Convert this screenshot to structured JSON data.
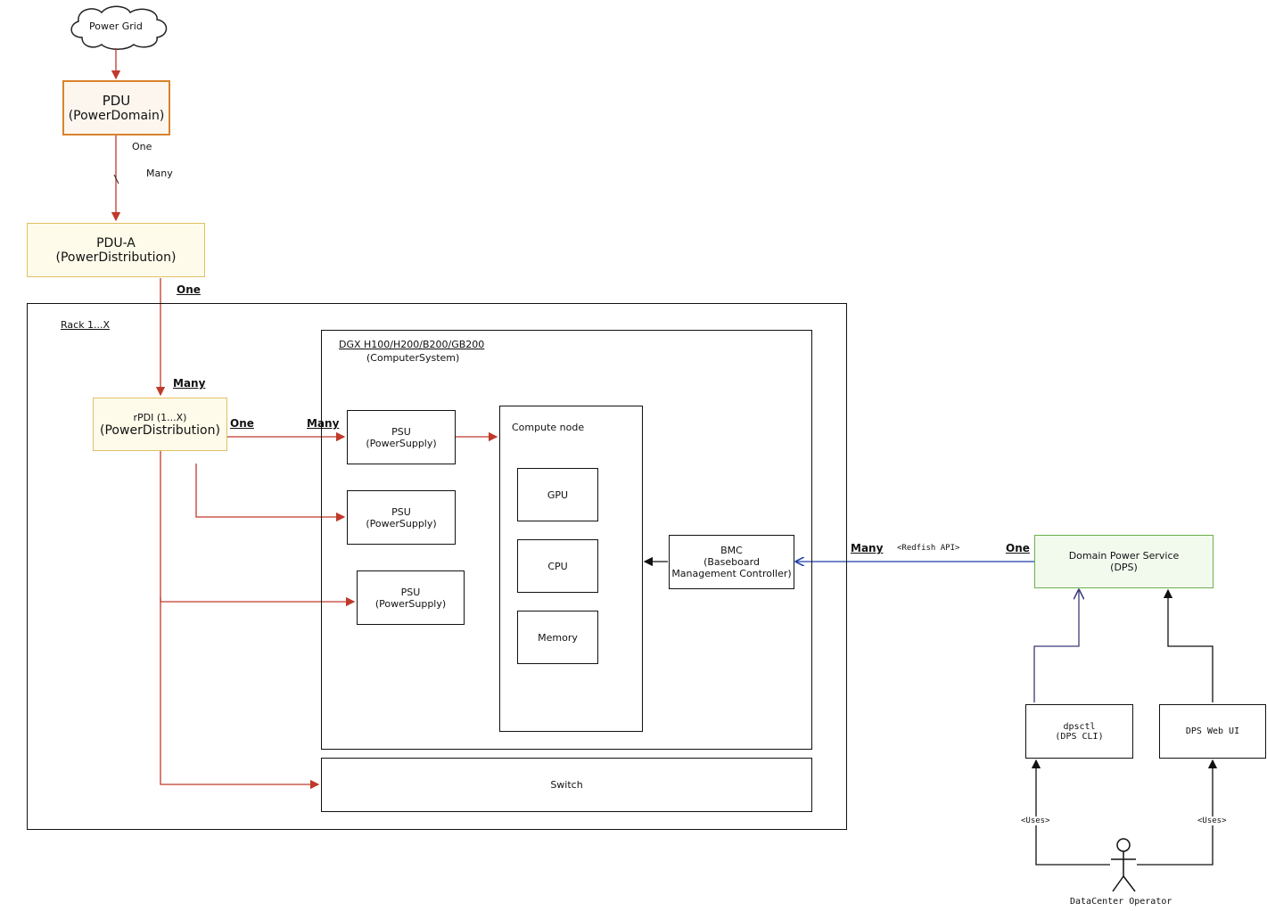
{
  "power_grid": {
    "label": "Power Grid"
  },
  "pdu": {
    "line1": "PDU",
    "line2": "(PowerDomain)"
  },
  "pdu_link": {
    "one": "One",
    "many": "Many"
  },
  "pdu_a": {
    "line1": "PDU-A",
    "line2": "(PowerDistribution)"
  },
  "pdu_a_link": {
    "one": "One",
    "many": "Many"
  },
  "rack": {
    "label": "Rack 1...X"
  },
  "rpdi": {
    "line1": "rPDI (1...X)",
    "line2": "(PowerDistribution)"
  },
  "rpdi_link": {
    "one": "One",
    "many": "Many"
  },
  "dgx": {
    "title": "DGX H100/H200/B200/GB200",
    "subtitle": "(ComputerSystem)"
  },
  "psus": [
    {
      "line1": "PSU",
      "line2": "(PowerSupply)"
    },
    {
      "line1": "PSU",
      "line2": "(PowerSupply)"
    },
    {
      "line1": "PSU",
      "line2": "(PowerSupply)"
    }
  ],
  "compute_node": {
    "label": "Compute node",
    "gpu": "GPU",
    "cpu": "CPU",
    "memory": "Memory"
  },
  "bmc": {
    "line1": "BMC",
    "line2": "(Baseboard",
    "line3": "Management Controller)"
  },
  "switch": {
    "label": "Switch"
  },
  "dps_link": {
    "many": "Many",
    "api": "<Redfish API>",
    "one": "One"
  },
  "dps": {
    "line1": "Domain Power Service",
    "line2": "(DPS)"
  },
  "cli": {
    "line1": "dpsctl",
    "line2": "(DPS CLI)"
  },
  "webui": {
    "label": "DPS Web UI"
  },
  "uses": {
    "left": "<Uses>",
    "right": "<Uses>"
  },
  "operator": {
    "label": "DataCenter Operator"
  },
  "colors": {
    "power": "#c0392b",
    "api": "#1f3fa8",
    "pdu": "#d9822b",
    "pdu_a": "#e0c060",
    "dps": "#6ab04c"
  }
}
